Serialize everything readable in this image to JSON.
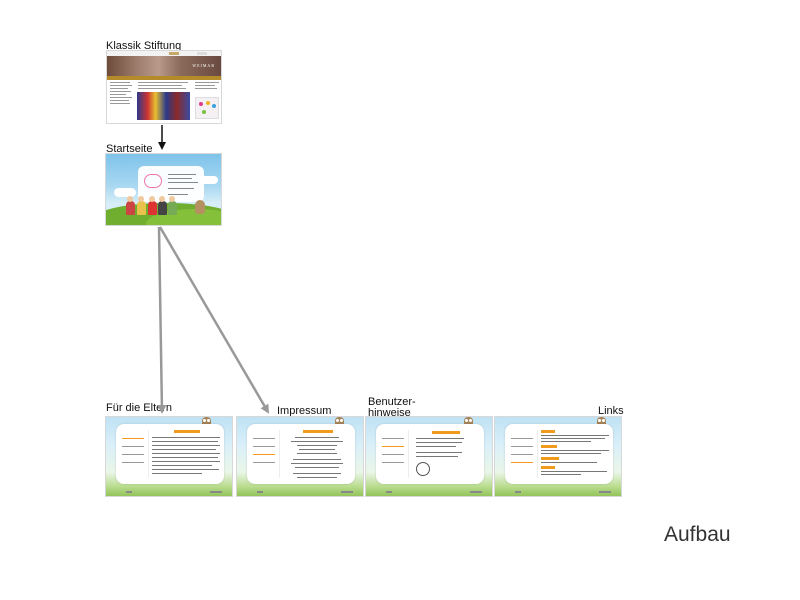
{
  "labels": {
    "klassik": "Klassik Stiftung",
    "start": "Startseite",
    "eltern": "Für die Eltern",
    "impressum": "Impressum",
    "hinweise_1": "Benutzer-",
    "hinweise_2": "hinweise",
    "links": "Links"
  },
  "page_title": "Aufbau",
  "thumbnails": {
    "klassik_wordmark": "WEIMAR"
  },
  "colors": {
    "accent_orange": "#f29a1b",
    "sky": "#bfe2f4",
    "grass": "#93c35a",
    "arrow_black": "#111111",
    "arrow_gray": "#999999"
  }
}
